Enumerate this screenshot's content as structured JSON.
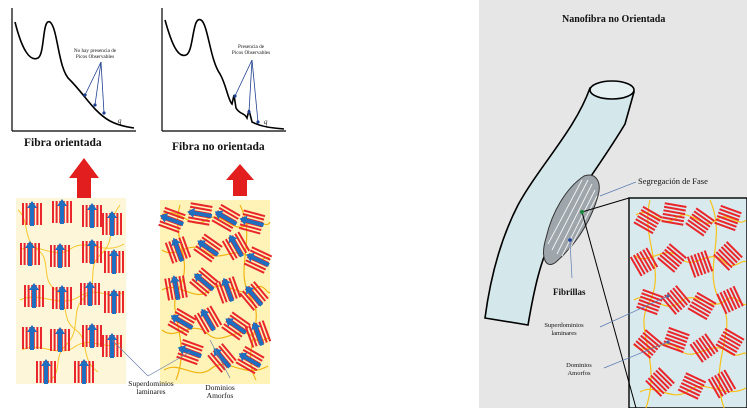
{
  "left_panel": {
    "plot_oriented": {
      "annotation_line1": "No hay presencia de",
      "annotation_line2": "Picos Observables",
      "axis_label": "q"
    },
    "plot_not_oriented": {
      "annotation_line1": "Presencia de",
      "annotation_line2": "Picos Observables",
      "axis_label": "q"
    },
    "label_oriented": "Fibra orientada",
    "label_not_oriented": "Fibra no orientada",
    "legend_superdominios_line1": "Superdominios",
    "legend_superdominios_line2": "laminares",
    "legend_dominios_line1": "Dominios",
    "legend_dominios_line2": "Amorfos"
  },
  "right_panel": {
    "title": "Nanofibra no Orientada",
    "label_segregacion": "Segregación de Fase",
    "label_fibrillas": "Fibrillas",
    "label_superdominios_line1": "Superdominios",
    "label_superdominios_line2": "laminares",
    "label_dominios_line1": "Dominios",
    "label_dominios_line2": "Amorfos"
  },
  "colors": {
    "lamella_red": "#e8262b",
    "chain_blue": "#1f6fc0",
    "amorphous_yellow": "#f6c21a",
    "arrow_red": "#e21e1e",
    "fiber_fill": "#d4e8ec",
    "background_gray": "#e6e6e6"
  }
}
